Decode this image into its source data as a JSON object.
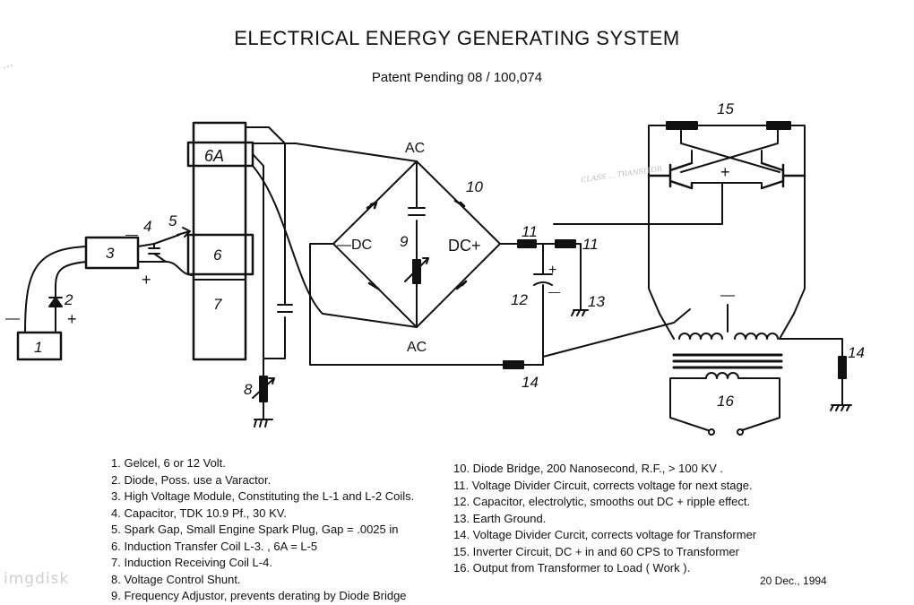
{
  "title": "ELECTRICAL ENERGY GENERATING SYSTEM",
  "subtitle": "Patent Pending  08 / 100,074",
  "date": "20 Dec., 1994",
  "watermark": "imgdisk",
  "handwritten_note_left": "...",
  "handwritten_note_right": "CLASS ... TRANSITOR",
  "labels": {
    "c1": "1",
    "c2": "2",
    "c3": "3",
    "c4": "4",
    "c5": "5",
    "c6": "6",
    "c6a": "6A",
    "c7": "7",
    "c8": "8",
    "c9": "9",
    "c10": "10",
    "c11a": "11",
    "c11b": "11",
    "c12": "12",
    "c13": "13",
    "c14a": "14",
    "c14b": "14",
    "c15": "15",
    "c16": "16",
    "ac_top": "AC",
    "ac_bottom": "AC",
    "dc_minus": "—DC",
    "dc_plus": "DC+",
    "plus": "+",
    "minus": "—"
  },
  "legend_left": [
    "1. Gelcel, 6 or 12 Volt.",
    "2. Diode, Poss. use a Varactor.",
    "3. High Voltage Module, Constituting the L-1 and L-2 Coils.",
    "4. Capacitor, TDK  10.9  Pf., 30 KV.",
    "5. Spark Gap, Small Engine Spark Plug, Gap = .0025 in",
    "6. Induction Transfer Coil  L-3. , 6A = L-5",
    "7. Induction Receiving Coil L-4.",
    "8. Voltage Control Shunt.",
    "9. Frequency Adjustor, prevents derating by Diode Bridge"
  ],
  "legend_right": [
    "10. Diode Bridge, 200 Nanosecond, R.F., > 100 KV .",
    "11. Voltage Divider Circuit, corrects voltage for next stage.",
    "12. Capacitor, electrolytic, smooths out DC + ripple effect.",
    "13. Earth Ground.",
    "14. Voltage Divider Curcit, corrects voltage for Transformer",
    "15. Inverter Circuit, DC + in and 60 CPS  to Transformer",
    "16. Output from Transformer to Load ( Work )."
  ]
}
